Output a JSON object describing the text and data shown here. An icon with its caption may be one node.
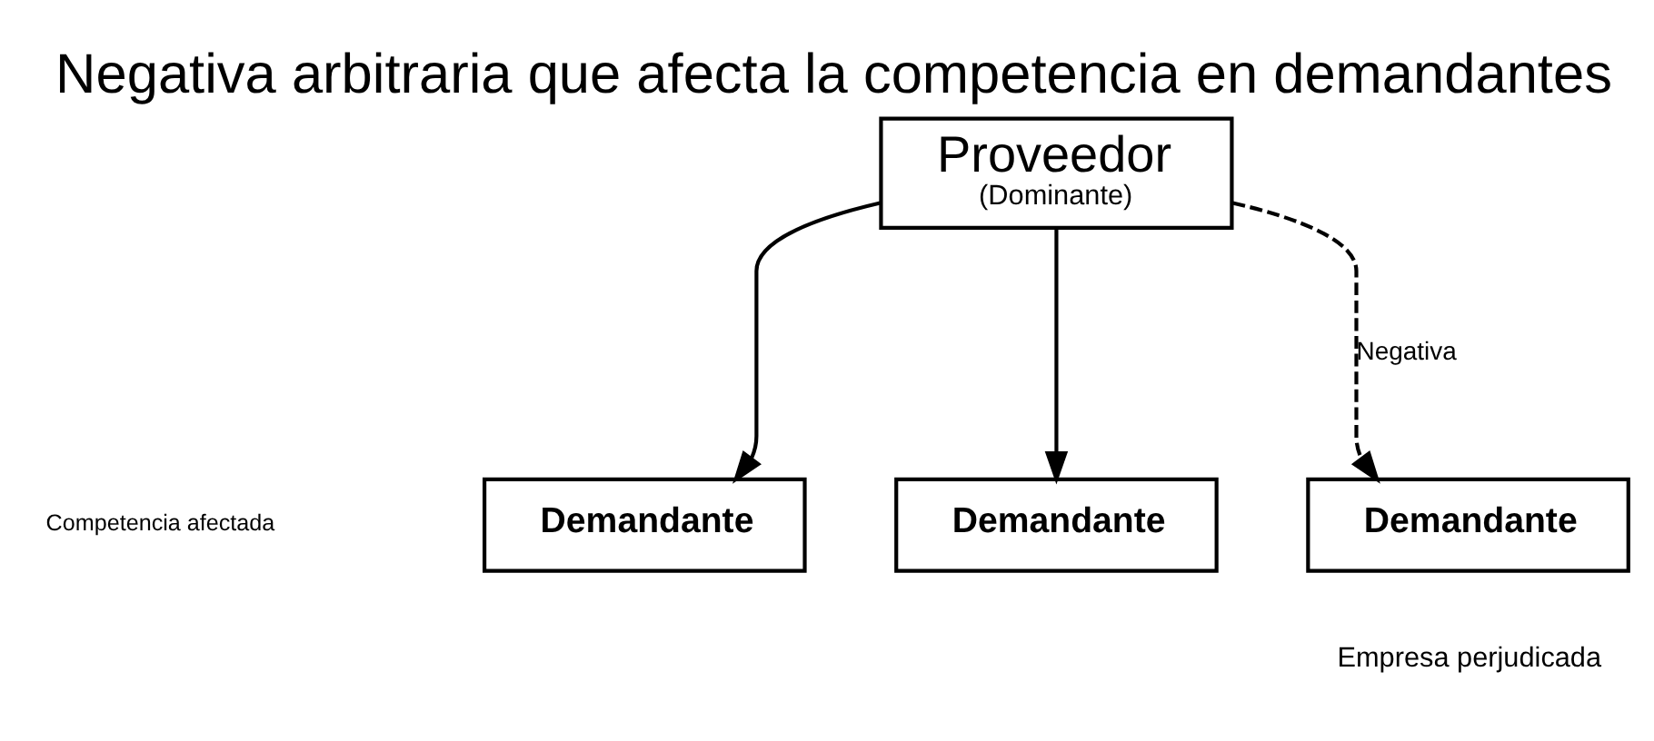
{
  "diagram": {
    "title": "Negativa arbitraria que afecta la competencia en demandantes",
    "nodes": [
      {
        "text": [
          "Proveedor",
          "(Dominante)"
        ]
      },
      {
        "text": [
          "Demandante"
        ]
      },
      {
        "text": [
          "Demandante"
        ]
      },
      {
        "text": [
          "Demandante"
        ],
        "beside": [
          "Empresa perjudicada"
        ]
      }
    ],
    "edges": [
      {
        "from": 0,
        "to": 1,
        "arrow": "to"
      },
      {
        "from": 0,
        "to": 2,
        "arrow": "to"
      },
      {
        "from": 0,
        "to": 3,
        "arrow": "to",
        "style": "dashed",
        "label": "Negativa"
      }
    ],
    "labels": [
      "Competencia afectada"
    ]
  }
}
